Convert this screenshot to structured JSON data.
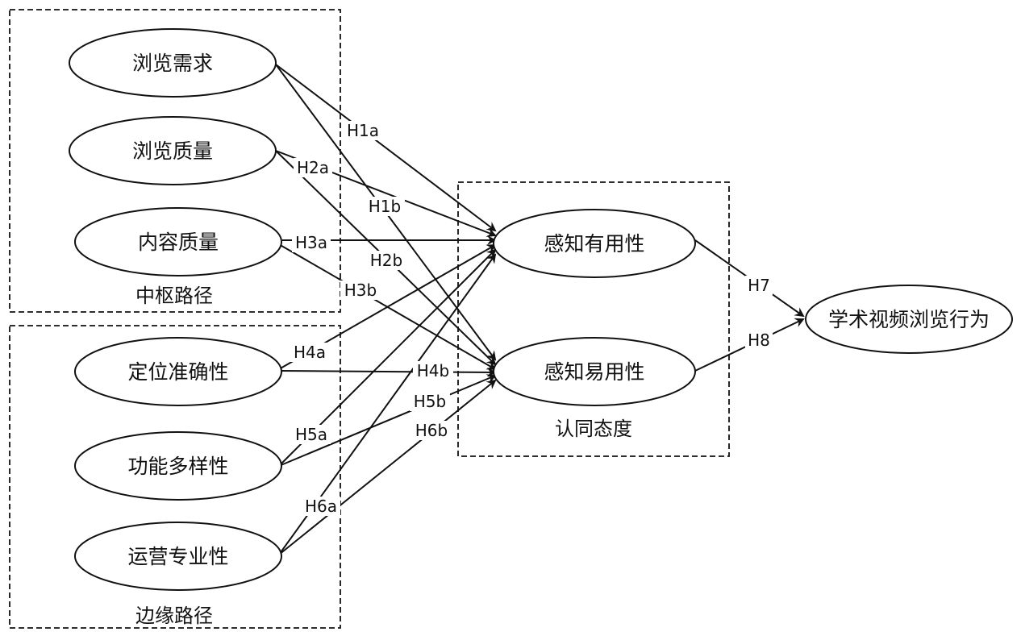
{
  "groups": {
    "central": {
      "label": "中枢路径"
    },
    "peripheral": {
      "label": "边缘路径"
    },
    "attitude": {
      "label": "认同态度"
    }
  },
  "nodes": {
    "browse_demand": "浏览需求",
    "browse_quality": "浏览质量",
    "content_quality": "内容质量",
    "positioning_accuracy": "定位准确性",
    "function_diversity": "功能多样性",
    "operation_professionalism": "运营专业性",
    "perceived_usefulness": "感知有用性",
    "perceived_ease_of_use": "感知易用性",
    "academic_video_behavior": "学术视频浏览行为"
  },
  "edges": {
    "h1a": "H1a",
    "h1b": "H1b",
    "h2a": "H2a",
    "h2b": "H2b",
    "h3a": "H3a",
    "h3b": "H3b",
    "h4a": "H4a",
    "h4b": "H4b",
    "h5a": "H5a",
    "h5b": "H5b",
    "h6a": "H6a",
    "h6b": "H6b",
    "h7": "H7",
    "h8": "H8"
  }
}
